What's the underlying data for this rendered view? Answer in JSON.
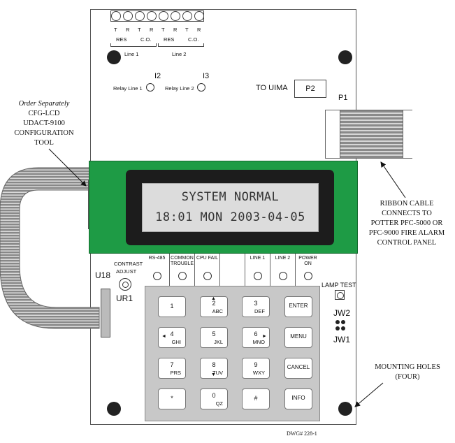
{
  "terminal_block": {
    "tr_labels": [
      "T",
      "R",
      "T",
      "R",
      "T",
      "R",
      "T",
      "R"
    ],
    "group_labels": [
      "RES",
      "C.O.",
      "RES",
      "C.O."
    ],
    "line_labels": [
      "Line 1",
      "Line 2"
    ]
  },
  "relays": {
    "i2_label": "I2",
    "i3_label": "I3",
    "relay1_label": "Relay Line 1",
    "relay2_label": "Relay Line 2"
  },
  "connectors": {
    "to_uima": "TO UIMA",
    "p2": "P2",
    "p1": "P1"
  },
  "lcd": {
    "line1": "SYSTEM NORMAL",
    "line2": "18:01 MON 2003-04-05",
    "colors": {
      "pcb": "#1e9b45",
      "bezel": "#1c1c1c",
      "screen": "#dcdcdc"
    }
  },
  "left_parts": {
    "u18": "U18",
    "contrast": [
      "CONTRAST",
      "ADJUST"
    ],
    "ur1": "UR1"
  },
  "status_leds": [
    {
      "label": "RS-485"
    },
    {
      "label": "COMMON TROUBLE"
    },
    {
      "label": "CPU FAIL"
    },
    {
      "label": ""
    },
    {
      "label": "LINE 1"
    },
    {
      "label": "LINE 2"
    },
    {
      "label": "POWER ON"
    }
  ],
  "lamp_test": "LAMP TEST",
  "jumpers": {
    "jw2": "JW2",
    "jw1": "JW1"
  },
  "keypad": {
    "keys": [
      {
        "main": "1",
        "sub": ""
      },
      {
        "main": "2",
        "sub": "ABC"
      },
      {
        "main": "3",
        "sub": "DEF"
      },
      {
        "main": "ENTER",
        "sub": ""
      },
      {
        "main": "4",
        "sub": "GHI"
      },
      {
        "main": "5",
        "sub": "JKL"
      },
      {
        "main": "6",
        "sub": "MNO"
      },
      {
        "main": "MENU",
        "sub": ""
      },
      {
        "main": "7",
        "sub": "PRS"
      },
      {
        "main": "8",
        "sub": "TUV"
      },
      {
        "main": "9",
        "sub": "WXY"
      },
      {
        "main": "CANCEL",
        "sub": ""
      },
      {
        "main": "*",
        "sub": ""
      },
      {
        "main": "0",
        "sub": "QZ"
      },
      {
        "main": "#",
        "sub": ""
      },
      {
        "main": "INFO",
        "sub": ""
      }
    ]
  },
  "annotations": {
    "order_separately": "Order Separately",
    "tool_lines": [
      "CFG-LCD",
      "UDACT-9100",
      "CONFIGURATION",
      "TOOL"
    ],
    "ribbon_lines": [
      "RIBBON CABLE",
      "CONNECTS TO",
      "POTTER PFC-5000 OR",
      "PFC-9000 FIRE ALARM",
      "CONTROL PANEL"
    ],
    "mounting_lines": [
      "MOUNTING HOLES",
      "(FOUR)"
    ],
    "dwg": "DWG# 228-1"
  }
}
